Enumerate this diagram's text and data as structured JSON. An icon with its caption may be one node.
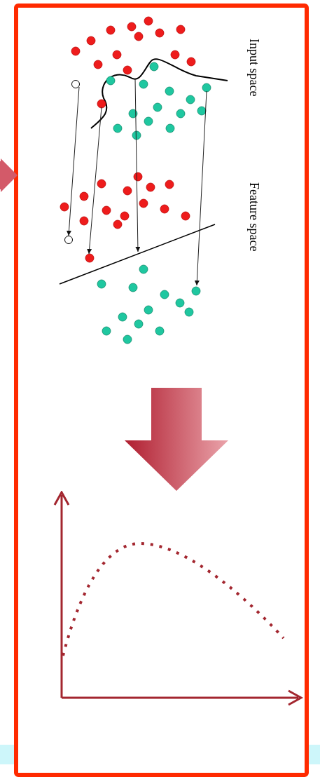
{
  "diagram": {
    "nodes": [
      {
        "text": [],
        "shape": "box"
      },
      {
        "text": [
          "Input space"
        ],
        "in": 0
      },
      {
        "text": [
          "Feature space"
        ],
        "in": 0
      },
      {
        "text": [],
        "shape": "picture",
        "in": 0
      },
      {
        "text": [],
        "shape": "bar"
      },
      {
        "text": [],
        "shape": "bar"
      }
    ],
    "edges": [
      {
        "from": null,
        "to": 0,
        "arrow": "to",
        "style": "thick",
        "color": "#d35a69"
      },
      {
        "from": 1,
        "to": 2,
        "arrow": "to"
      },
      {
        "from": 1,
        "to": 2,
        "arrow": "to"
      },
      {
        "from": 1,
        "to": 2,
        "arrow": "to"
      },
      {
        "from": 1,
        "to": 2,
        "arrow": "to"
      },
      {
        "from": 2,
        "to": 3,
        "arrow": "to",
        "style": "thick"
      }
    ]
  }
}
